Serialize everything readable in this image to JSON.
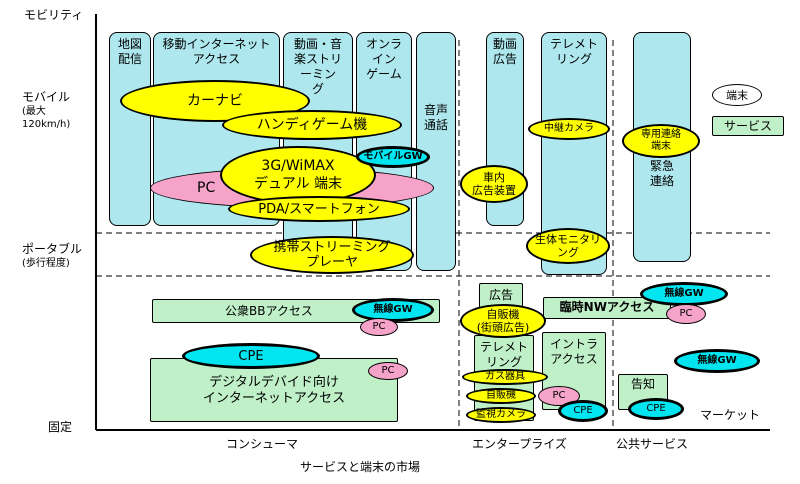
{
  "y_axis": {
    "top": "モビリティ",
    "mobile_line1": "モバイル",
    "mobile_line2": "(最大",
    "mobile_line3": "120km/h)",
    "portable_line1": "ポータブル",
    "portable_line2": "(歩行程度)",
    "fixed": "固定"
  },
  "x_axis": {
    "consumer": "コンシューマ",
    "enterprise": "エンタープライズ",
    "public": "公共サービス",
    "market": "マーケット",
    "title": "サービスと端末の市場"
  },
  "legend": {
    "terminal": "端末",
    "service": "サービス"
  },
  "columns": {
    "map": "地図\n配信",
    "mobile_internet": "移動インターネット\nアクセス",
    "video_music": "動画・音\n楽ストリ\nーミン\nグ",
    "online_game": "オンラ\nイン\nゲーム",
    "voice_call": "音声\n通話",
    "video_ad": "動画\n広告",
    "telemetry": "テレメト\nリング",
    "emergency": "緊急\n連絡"
  },
  "services": {
    "public_bb": "公衆BBアクセス",
    "digital_divide": "デジタルデバイド向け\nインターネットアクセス",
    "ad": "広告",
    "temp_nw": "臨時NWアクセス",
    "telemetry_fixed": "テレメト\nリング",
    "intranet": "イントラ\nアクセス",
    "notice": "告知"
  },
  "terminals": {
    "car_navi": "カーナビ",
    "handy_game": "ハンディゲーム機",
    "pc_mobile": "PC",
    "wimax_dual": "3G/WiMAX\nデュアル 端末",
    "mobile_gw": "モバイルGW",
    "pda": "PDA/スマートフォン",
    "streaming_player": "携帯ストリーミング\nプレーヤ",
    "in_car_ad": "車内\n広告装置",
    "relay_camera": "中継カメラ",
    "bio_monitor": "生体モニタリ\nング",
    "dedicated_terminal": "専用連絡\n端末",
    "wireless_gw_consumer": "無線GW",
    "pc_consumer": "PC",
    "cpe_consumer": "CPE",
    "pc_digital": "PC",
    "vending_street": "自販機\n(街頭広告)",
    "gas_meter": "ガス器具",
    "vending": "自販機",
    "surveillance_camera": "監視カメラ",
    "pc_enterprise": "PC",
    "cpe_enterprise": "CPE",
    "wireless_gw_public_top": "無線GW",
    "pc_public": "PC",
    "wireless_gw_public_right": "無線GW",
    "cpe_public": "CPE"
  }
}
